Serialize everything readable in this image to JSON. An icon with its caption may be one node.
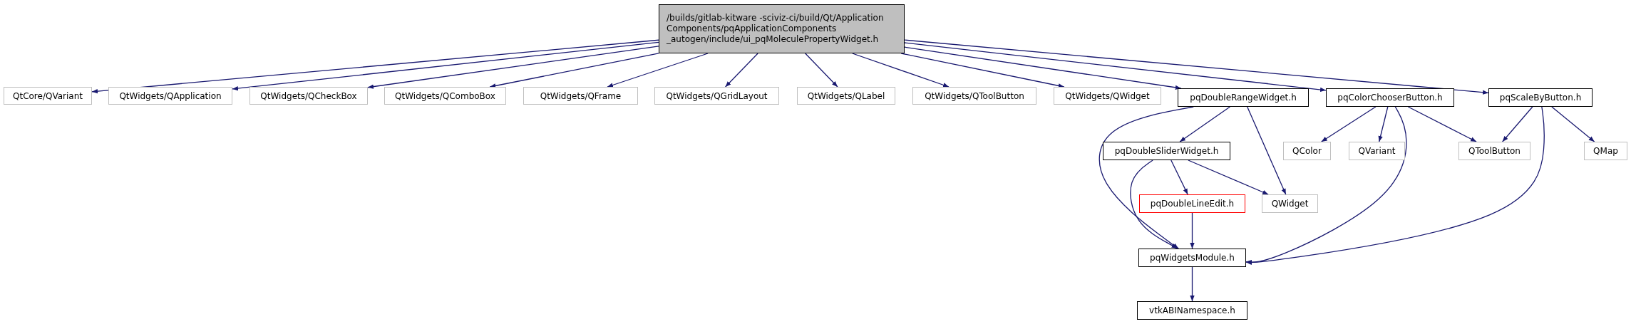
{
  "diagram": {
    "nodes": [
      {
        "text": [
          "/builds/gitlab-kitware -sciviz-ci/build/Qt/Application Components/pqApplicationComponents _autogen/include/ui_pqMoleculePropertyWidget.h"
        ]
      },
      {
        "text": [
          "QtCore/QVariant"
        ]
      },
      {
        "text": [
          "QtWidgets/QApplication"
        ]
      },
      {
        "text": [
          "QtWidgets/QCheckBox"
        ]
      },
      {
        "text": [
          "QtWidgets/QComboBox"
        ]
      },
      {
        "text": [
          "QtWidgets/QFrame"
        ]
      },
      {
        "text": [
          "QtWidgets/QGridLayout"
        ]
      },
      {
        "text": [
          "QtWidgets/QLabel"
        ]
      },
      {
        "text": [
          "QtWidgets/QToolButton"
        ]
      },
      {
        "text": [
          "QtWidgets/QWidget"
        ]
      },
      {
        "text": [
          "pqDoubleRangeWidget.h"
        ]
      },
      {
        "text": [
          "pqColorChooserButton.h"
        ]
      },
      {
        "text": [
          "pqScaleByButton.h"
        ]
      },
      {
        "text": [
          "pqDoubleSliderWidget.h"
        ]
      },
      {
        "text": [
          "QColor"
        ]
      },
      {
        "text": [
          "QVariant"
        ]
      },
      {
        "text": [
          "QToolButton"
        ]
      },
      {
        "text": [
          "QMap"
        ]
      },
      {
        "text": [
          "pqDoubleLineEdit.h"
        ]
      },
      {
        "text": [
          "QWidget"
        ]
      },
      {
        "text": [
          "pqWidgetsModule.h"
        ]
      },
      {
        "text": [
          "vtkABINamespace.h"
        ]
      }
    ],
    "edges": [
      {
        "from": 0,
        "to": 1,
        "arrow": "to"
      },
      {
        "from": 0,
        "to": 2,
        "arrow": "to"
      },
      {
        "from": 0,
        "to": 3,
        "arrow": "to"
      },
      {
        "from": 0,
        "to": 4,
        "arrow": "to"
      },
      {
        "from": 0,
        "to": 5,
        "arrow": "to"
      },
      {
        "from": 0,
        "to": 6,
        "arrow": "to"
      },
      {
        "from": 0,
        "to": 7,
        "arrow": "to"
      },
      {
        "from": 0,
        "to": 8,
        "arrow": "to"
      },
      {
        "from": 0,
        "to": 9,
        "arrow": "to"
      },
      {
        "from": 0,
        "to": 10,
        "arrow": "to"
      },
      {
        "from": 0,
        "to": 11,
        "arrow": "to"
      },
      {
        "from": 0,
        "to": 12,
        "arrow": "to"
      },
      {
        "from": 10,
        "to": 13,
        "arrow": "to"
      },
      {
        "from": 10,
        "to": 19,
        "arrow": "to"
      },
      {
        "from": 10,
        "to": 20,
        "arrow": "to"
      },
      {
        "from": 13,
        "to": 18,
        "arrow": "to"
      },
      {
        "from": 13,
        "to": 19,
        "arrow": "to"
      },
      {
        "from": 13,
        "to": 20,
        "arrow": "to"
      },
      {
        "from": 18,
        "to": 20,
        "arrow": "to"
      },
      {
        "from": 11,
        "to": 14,
        "arrow": "to"
      },
      {
        "from": 11,
        "to": 15,
        "arrow": "to"
      },
      {
        "from": 11,
        "to": 16,
        "arrow": "to"
      },
      {
        "from": 11,
        "to": 20,
        "arrow": "to"
      },
      {
        "from": 12,
        "to": 16,
        "arrow": "to"
      },
      {
        "from": 12,
        "to": 17,
        "arrow": "to"
      },
      {
        "from": 12,
        "to": 20,
        "arrow": "to"
      },
      {
        "from": 20,
        "to": 21,
        "arrow": "to"
      }
    ]
  }
}
